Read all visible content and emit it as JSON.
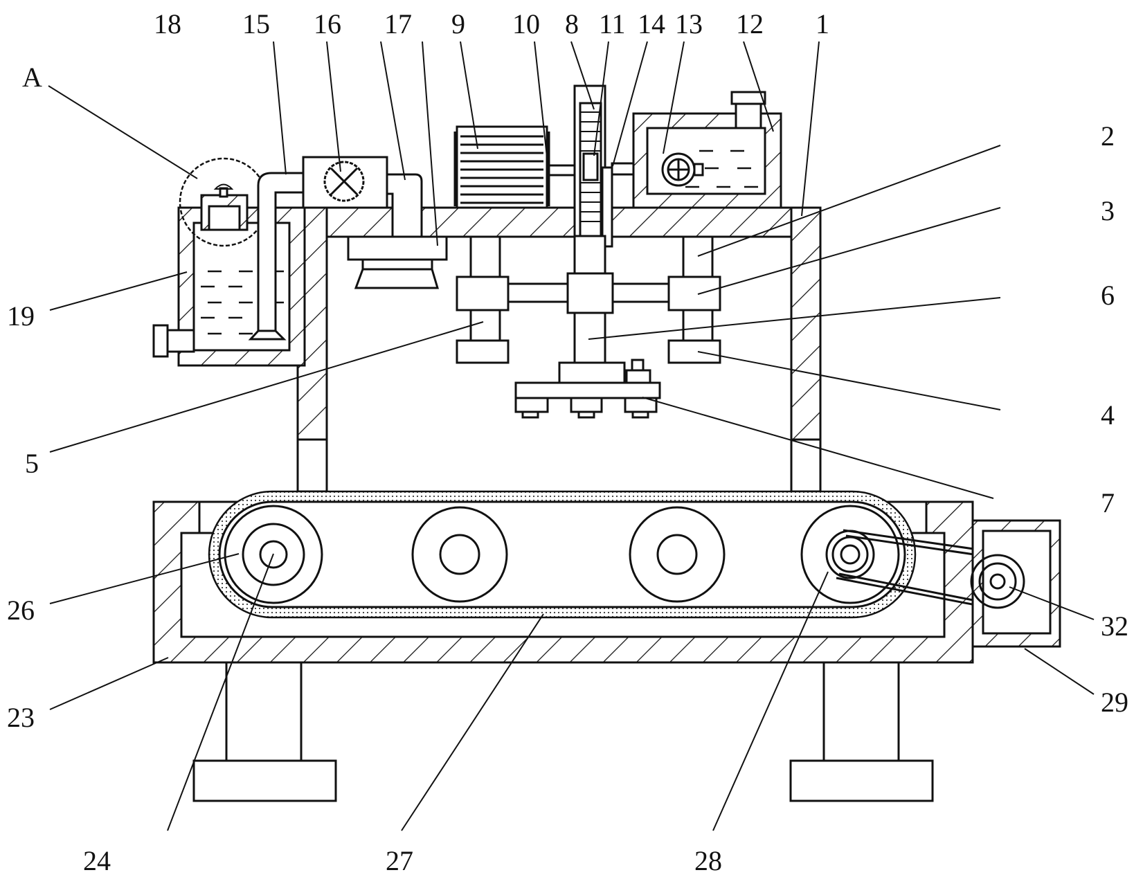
{
  "figure": {
    "type": "patent-mechanical-drawing",
    "subject": "processing machine with frame, rotating drive, liquid tanks and belt conveyor",
    "colors": {
      "line": "#111111",
      "background": "#ffffff"
    }
  },
  "labels": {
    "A": "A",
    "n1": "1",
    "n2": "2",
    "n3": "3",
    "n4": "4",
    "n5": "5",
    "n6": "6",
    "n7": "7",
    "n8": "8",
    "n9": "9",
    "n10": "10",
    "n11": "11",
    "n12": "12",
    "n13": "13",
    "n14": "14",
    "n15": "15",
    "n16": "16",
    "n17": "17",
    "n18": "18",
    "n19": "19",
    "n23": "23",
    "n24": "24",
    "n26": "26",
    "n27": "27",
    "n28": "28",
    "n29": "29",
    "n32": "32"
  },
  "components": [
    {
      "ref": "1",
      "name": "frame"
    },
    {
      "ref": "2",
      "name": "upper column"
    },
    {
      "ref": "3",
      "name": "side block"
    },
    {
      "ref": "4",
      "name": "lower pad right"
    },
    {
      "ref": "5",
      "name": "lower pad left column"
    },
    {
      "ref": "6",
      "name": "central shaft"
    },
    {
      "ref": "7",
      "name": "tool plate"
    },
    {
      "ref": "8",
      "name": "gear"
    },
    {
      "ref": "9",
      "name": "motor"
    },
    {
      "ref": "10",
      "name": "motor shaft"
    },
    {
      "ref": "11",
      "name": "gear housing"
    },
    {
      "ref": "12",
      "name": "tank"
    },
    {
      "ref": "13",
      "name": "pump"
    },
    {
      "ref": "14",
      "name": "pipe"
    },
    {
      "ref": "15",
      "name": "fan"
    },
    {
      "ref": "16",
      "name": "duct"
    },
    {
      "ref": "17",
      "name": "suction hood"
    },
    {
      "ref": "18",
      "name": "pipe"
    },
    {
      "ref": "19",
      "name": "water tank"
    },
    {
      "ref": "23",
      "name": "base"
    },
    {
      "ref": "24",
      "name": "roller shaft"
    },
    {
      "ref": "26",
      "name": "roller"
    },
    {
      "ref": "27",
      "name": "conveyor belt"
    },
    {
      "ref": "28",
      "name": "driven pulley"
    },
    {
      "ref": "29",
      "name": "motor housing"
    },
    {
      "ref": "32",
      "name": "drive pulley"
    },
    {
      "ref": "A",
      "name": "detail circle A"
    }
  ]
}
